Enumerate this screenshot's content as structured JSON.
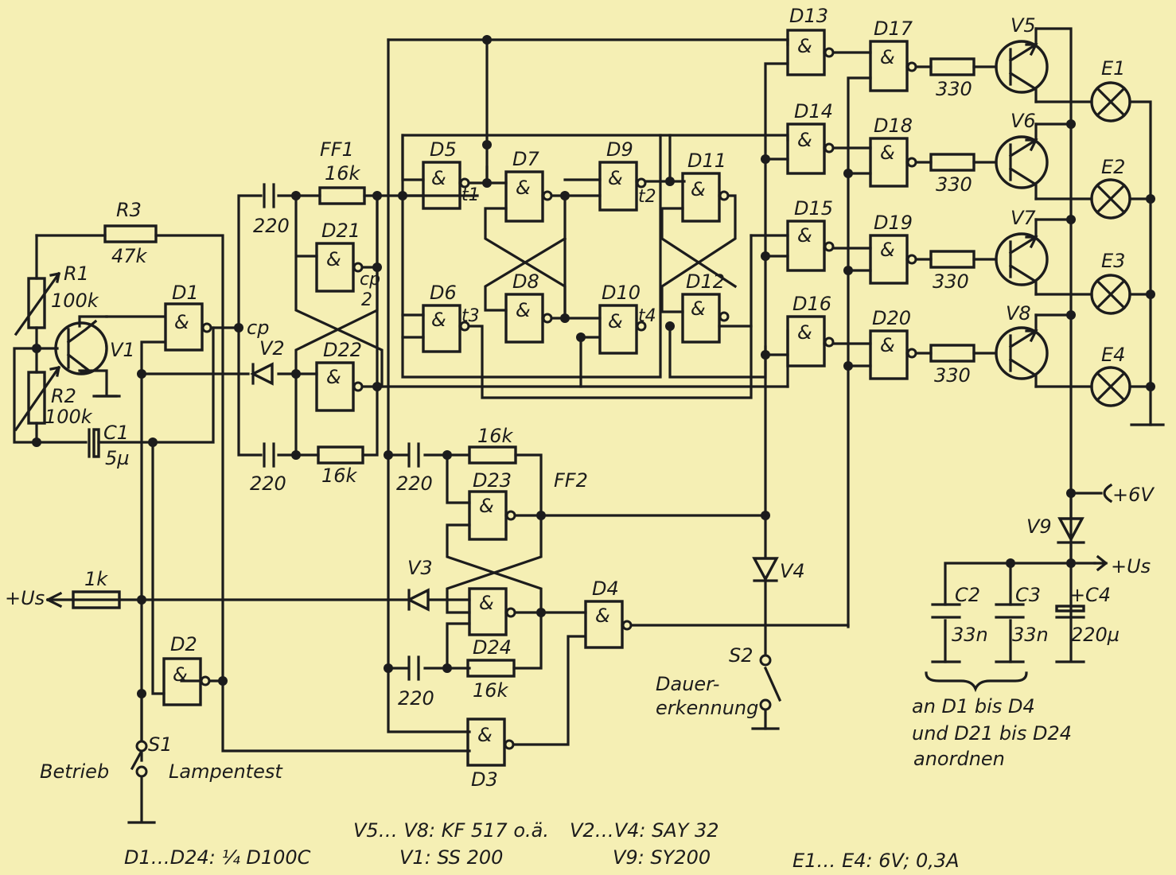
{
  "gates": {
    "amp": "&",
    "D1": "D1",
    "D2": "D2",
    "D3": "D3",
    "D4": "D4",
    "D5": "D5",
    "D6": "D6",
    "D7": "D7",
    "D8": "D8",
    "D9": "D9",
    "D10": "D10",
    "D11": "D11",
    "D12": "D12",
    "D13": "D13",
    "D14": "D14",
    "D15": "D15",
    "D16": "D16",
    "D17": "D17",
    "D18": "D18",
    "D19": "D19",
    "D20": "D20",
    "D21": "D21",
    "D22": "D22",
    "D23": "D23",
    "D24": "D24"
  },
  "components": {
    "R1": "R1",
    "R1_val": "100k",
    "R2": "R2",
    "R2_val": "100k",
    "R3": "R3",
    "R3_val": "47k",
    "C1": "C1",
    "C1_val": "5µ",
    "V1": "V1",
    "V2": "V2",
    "V3": "V3",
    "V4": "V4",
    "V5": "V5",
    "V6": "V6",
    "V7": "V7",
    "V8": "V8",
    "V9": "V9",
    "E1": "E1",
    "E2": "E2",
    "E3": "E3",
    "E4": "E4",
    "C2": "C2",
    "C3": "C3",
    "C4": "C4",
    "C2_val": "33n",
    "C3_val": "33n",
    "C4_val": "220µ",
    "C4_plus": "+",
    "res16k": "16k",
    "cap220": "220",
    "res330": "330",
    "res1k": "1k",
    "S1": "S1",
    "S2": "S2"
  },
  "nets": {
    "FF1": "FF1",
    "FF2": "FF2",
    "cp": "cp",
    "cp2_top": "cp",
    "cp2_bot": "2",
    "t1": "t1",
    "t2": "t2",
    "t3": "t3",
    "t4": "t4",
    "plus_us_left": "+Us",
    "plus_us_right": "+Us",
    "plus_6v": "+6V"
  },
  "switch_labels": {
    "betrieb": "Betrieb",
    "lampentest": "Lampentest",
    "dauer_1": "Dauer-",
    "dauer_2": "erkennung"
  },
  "notes": {
    "arrange_1": "an D1 bis D4",
    "arrange_2": "und D21 bis D24",
    "arrange_3": "anordnen",
    "parts_d": "D1…D24: ¼ D100C",
    "parts_v5": "V5… V8: KF 517 o.ä.",
    "parts_v1": "V1: SS 200",
    "parts_v2": "V2…V4: SAY 32",
    "parts_v9": "V9: SY200",
    "parts_e": "E1… E4: 6V; 0,3A"
  }
}
